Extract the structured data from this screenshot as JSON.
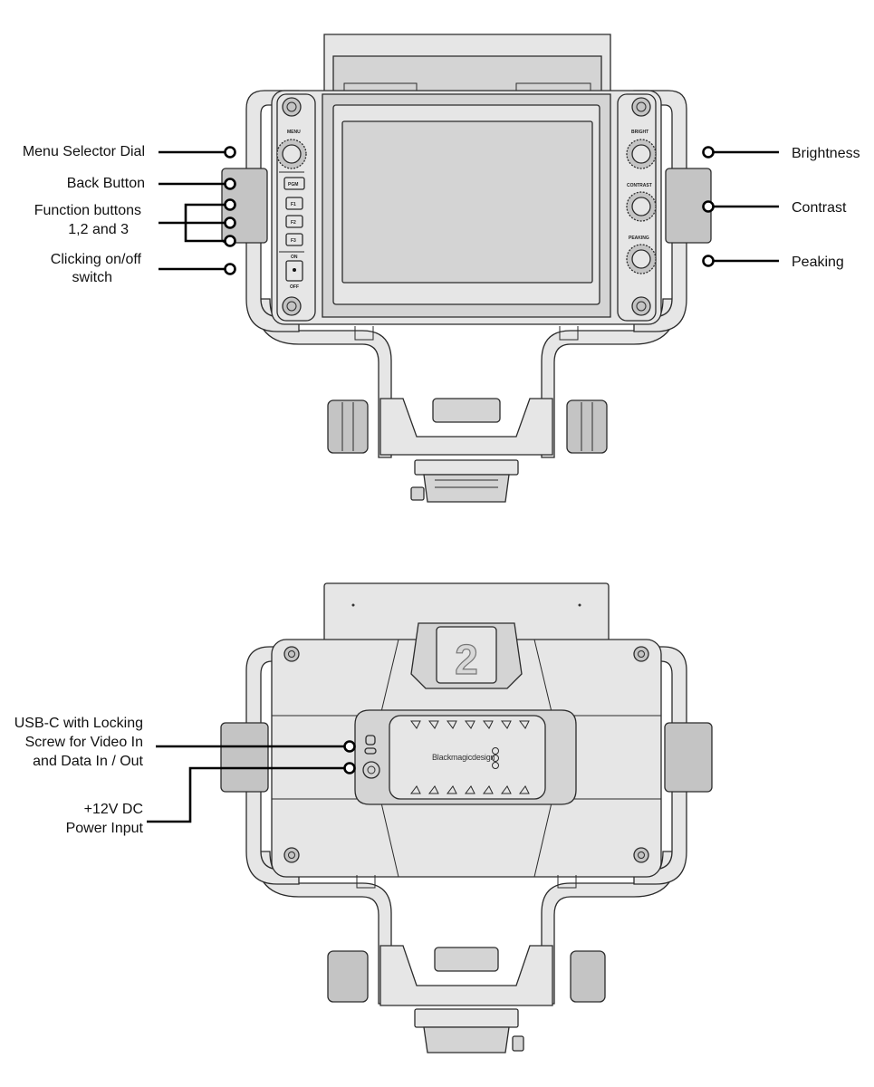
{
  "front_callouts": {
    "menu_selector_dial": "Menu Selector Dial",
    "back_button": "Back Button",
    "function_buttons": [
      "Function buttons",
      "1,2 and 3"
    ],
    "on_off_switch": [
      "Clicking on/off",
      "switch"
    ],
    "brightness": "Brightness",
    "contrast": "Contrast",
    "peaking": "Peaking"
  },
  "rear_callouts": {
    "usb_c": [
      "USB-C with Locking",
      "Screw for Video In",
      "and Data In / Out"
    ],
    "power": [
      "+12V DC",
      "Power Input"
    ]
  },
  "device_markings": {
    "menu": "MENU",
    "pgm": "PGM",
    "f1": "F1",
    "f2": "F2",
    "f3": "F3",
    "on": "ON",
    "off": "OFF",
    "bright": "BRIGHT",
    "contrast": "CONTRAST",
    "peaking": "PEAKING",
    "brand": "Blackmagicdesign",
    "tally_number": "2"
  },
  "colors": {
    "body": "#e6e6e6",
    "outline": "#2b2b2b",
    "callout_line": "#000000"
  }
}
